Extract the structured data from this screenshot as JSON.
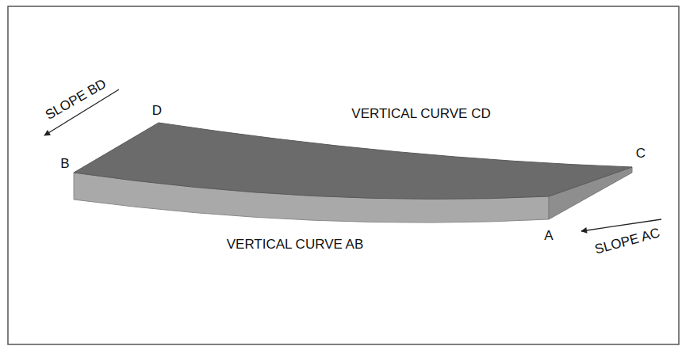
{
  "diagram": {
    "labels": [
      "SLOPE BD",
      "D",
      "B",
      "VERTICAL CURVE CD",
      "C",
      "VERTICAL CURVE AB",
      "A",
      "SLOPE AC"
    ]
  }
}
